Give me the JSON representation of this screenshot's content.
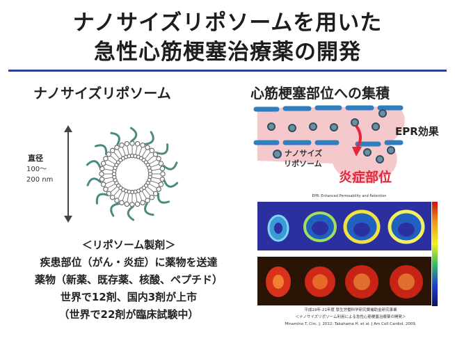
{
  "title": {
    "line1": "ナノサイズリポソームを用いた",
    "line2": "急性心筋梗塞治療薬の開発"
  },
  "left": {
    "heading": "ナノサイズリポソーム",
    "diameter_label": "直径",
    "diameter_line1": "100～",
    "diameter_line2": "200 nm",
    "preparation": [
      "＜リポソーム製剤＞",
      "疾患部位（がん・炎症）に薬物を送達",
      "薬物（新薬、既存薬、核酸、ペプチド）",
      "世界で12剤、国内3剤が上市",
      "（世界で22剤が臨床試験中）"
    ]
  },
  "right": {
    "heading": "心筋梗塞部位への集積",
    "epr_label": "EPR効果",
    "nano_legend_line1": "ナノサイズ",
    "nano_legend_line2": "リポソーム",
    "inflammation_label": "炎症部位",
    "epr_caption": "EPR: Enhanced Permeability and Retention",
    "credit_line1": "平成19年-21年度 厚生労働科学研究費補助金研究事業",
    "credit_line2": "＜ナノサイズリポソーム利用による急性心筋梗塞治療薬の開発＞",
    "credit_line3": "Minamino T. Circ. J. 2012; Takahama H, et al. J Am Coll Cardiol. 2009."
  },
  "colors": {
    "rule": "#2f3f8f",
    "vessel": "#2f7fc0",
    "tissue": "#f5c9cb",
    "inflammation_text": "#e4253a",
    "arrow_red": "#e4253a",
    "liposome_dot": "#6d8fa0"
  }
}
